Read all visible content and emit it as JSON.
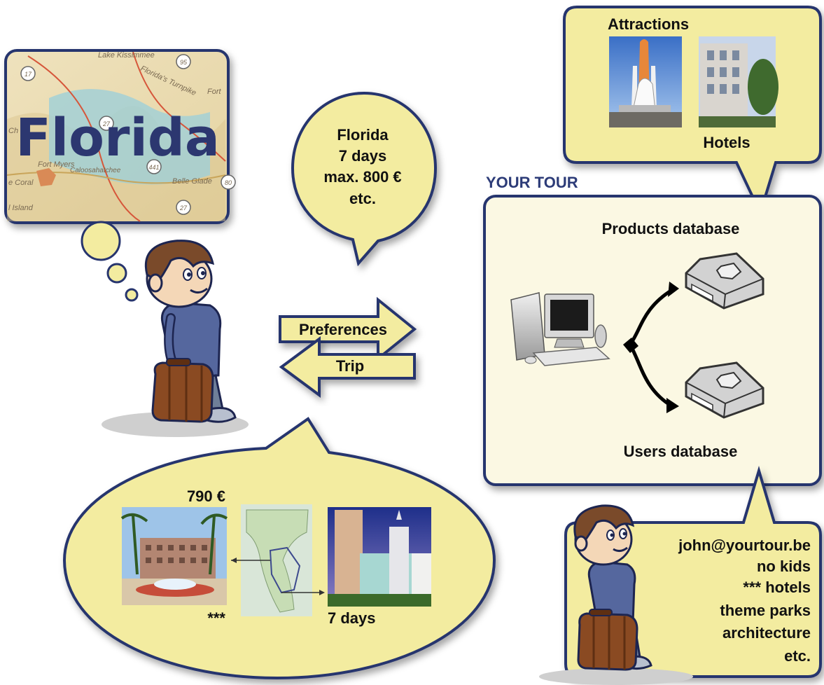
{
  "map_card": {
    "title": "Florida",
    "labels": [
      "Lake Kissimmee",
      "Florida's Turnpike",
      "Fort",
      "Fort Myers",
      "Caloosahatchee",
      "Belle Glade",
      "e Coral",
      "Ch",
      "l Island"
    ],
    "road_numbers": [
      "17",
      "95",
      "27",
      "441",
      "27",
      "80"
    ]
  },
  "request_bubble": {
    "lines": [
      "Florida",
      "7 days",
      "max. 800 €",
      "etc."
    ]
  },
  "arrows": {
    "preferences": "Preferences",
    "trip": "Trip"
  },
  "catalog_bubble": {
    "attractions_label": "Attractions",
    "hotels_label": "Hotels"
  },
  "tour_panel": {
    "heading": "YOUR TOUR",
    "products_db": "Products database",
    "users_db": "Users database"
  },
  "result_bubble": {
    "price": "790 €",
    "stars": "***",
    "duration": "7 days"
  },
  "profile_bubble": {
    "lines": [
      "john@yourtour.be",
      "no kids",
      "*** hotels",
      "theme parks",
      "architecture",
      "etc."
    ]
  },
  "colors": {
    "bubble_fill": "#f3eca0",
    "panel_fill": "#fbf8e3",
    "outline": "#27356e",
    "arrow_fill": "#f3eca0",
    "heading": "#2d3c78"
  }
}
